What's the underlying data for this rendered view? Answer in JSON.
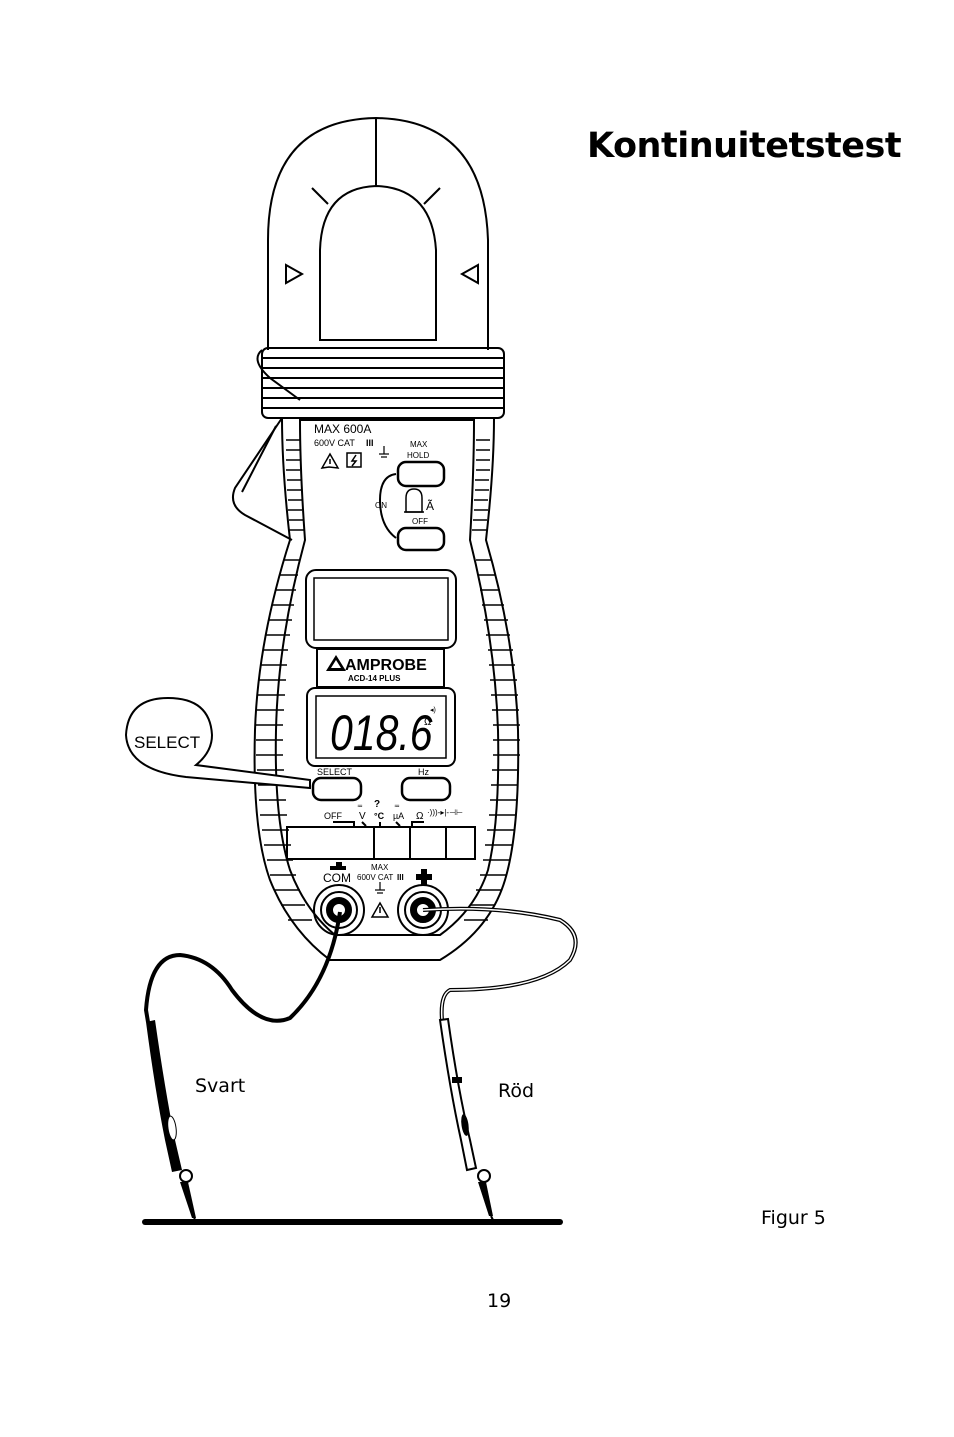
{
  "page": {
    "title": "Kontinuitetstest",
    "figure_caption": "Figur 5",
    "page_number": "19"
  },
  "labels": {
    "select_callout": "SELECT",
    "black_lead": "Svart",
    "red_lead": "Röd"
  },
  "meter": {
    "max_rating": "MAX 600A",
    "category": "600V CAT",
    "category_numeral": "III",
    "max_hold_line1": "MAX",
    "max_hold_line2": "HOLD",
    "on_label": "ON",
    "off_label": "OFF",
    "brand": "AMPROBE",
    "model": "ACD-14 PLUS",
    "reading": "018.6",
    "unit": "Ω",
    "select_button": "SELECT",
    "hz_button": "Hz",
    "dial_off": "OFF",
    "dial_v": "V",
    "dial_q": "?",
    "dial_temp": "°C",
    "dial_ua": "µA",
    "dial_ohm": "Ω",
    "com_label": "COM",
    "terminal_max": "MAX",
    "terminal_cat": "600V CAT",
    "terminal_cat_numeral": "III"
  },
  "colors": {
    "ink": "#000000",
    "paper": "#ffffff"
  }
}
